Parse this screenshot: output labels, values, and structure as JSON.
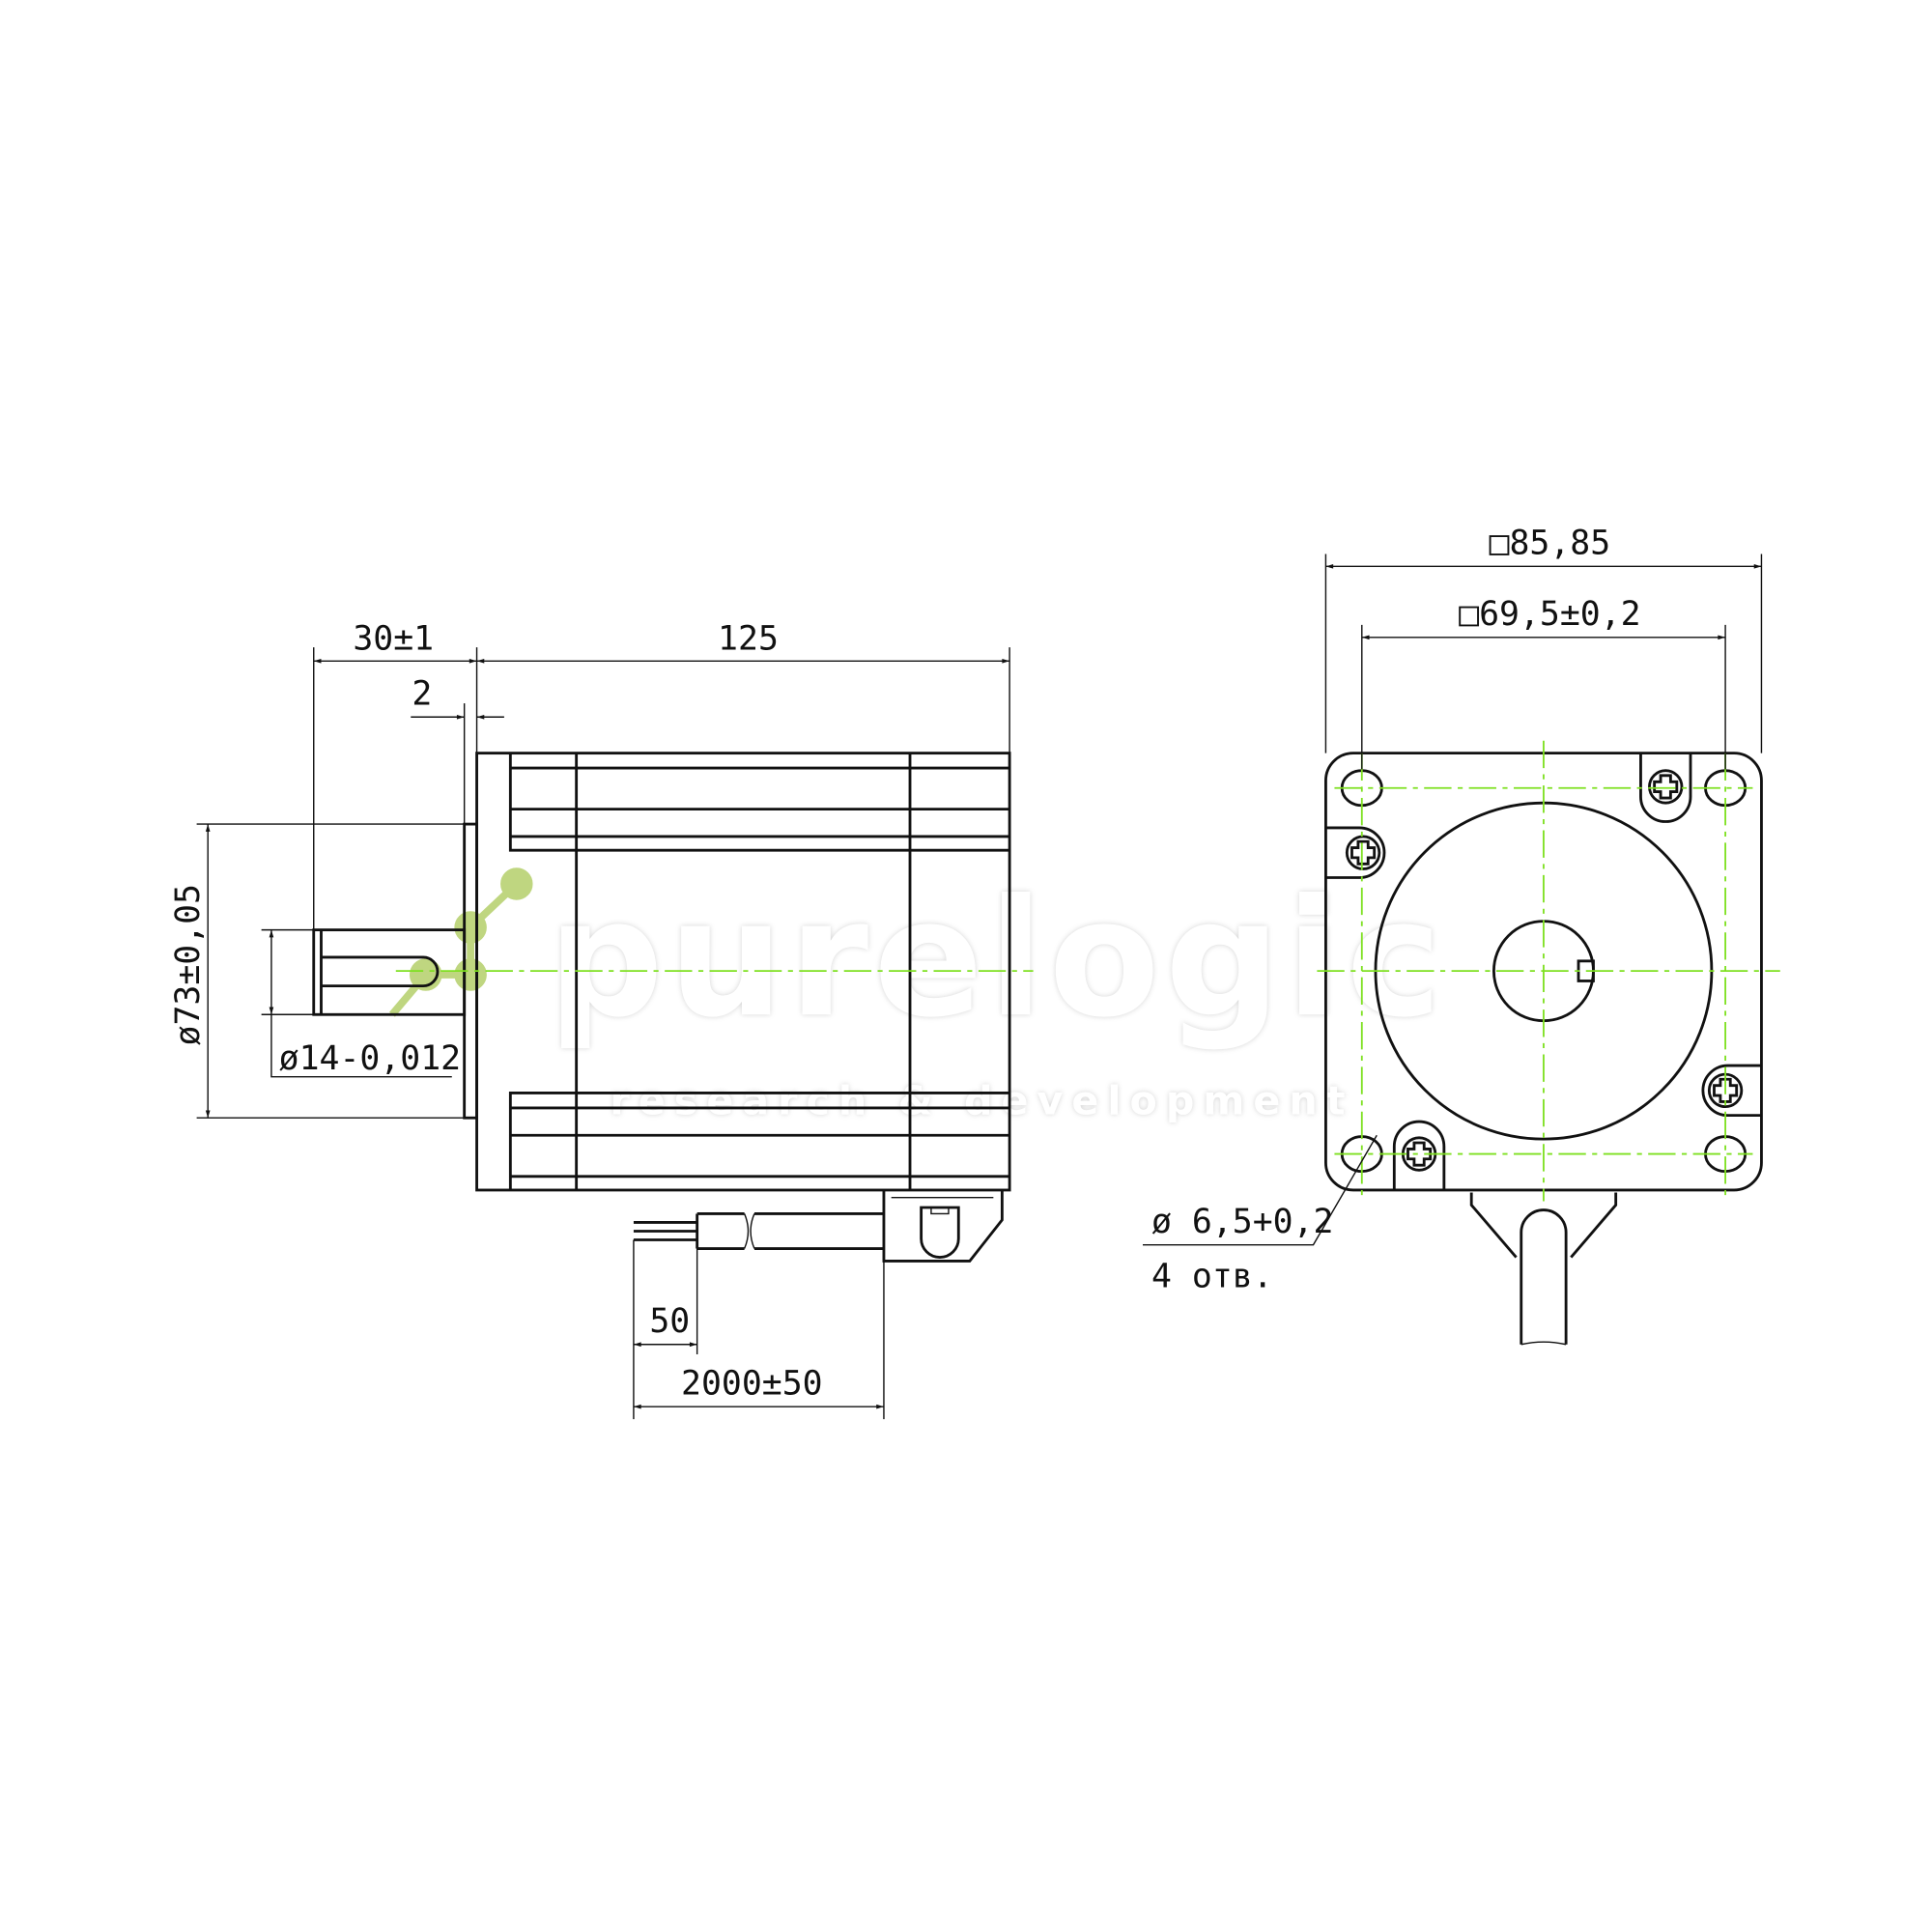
{
  "drawing": {
    "side_view": {
      "dim_shaft_length": "30±1",
      "dim_body_length": "125",
      "dim_flange": "2",
      "dim_flange_diameter": "ø73±0,05",
      "dim_shaft_diameter": "ø14-0,012",
      "dim_wire_strip": "50",
      "dim_cable_length": "2000±50"
    },
    "front_view": {
      "dim_outer_square": "□85,85",
      "dim_hole_spacing": "□69,5±0,2",
      "dim_hole_diameter": "ø 6,5+0,2",
      "hole_count_note": "4 отв."
    }
  },
  "watermark": {
    "brand": "purelogic",
    "tagline": "research & development"
  },
  "colors": {
    "line": "#111111",
    "centerline": "#7ee020",
    "logo_accent": "#b5cf6a"
  }
}
